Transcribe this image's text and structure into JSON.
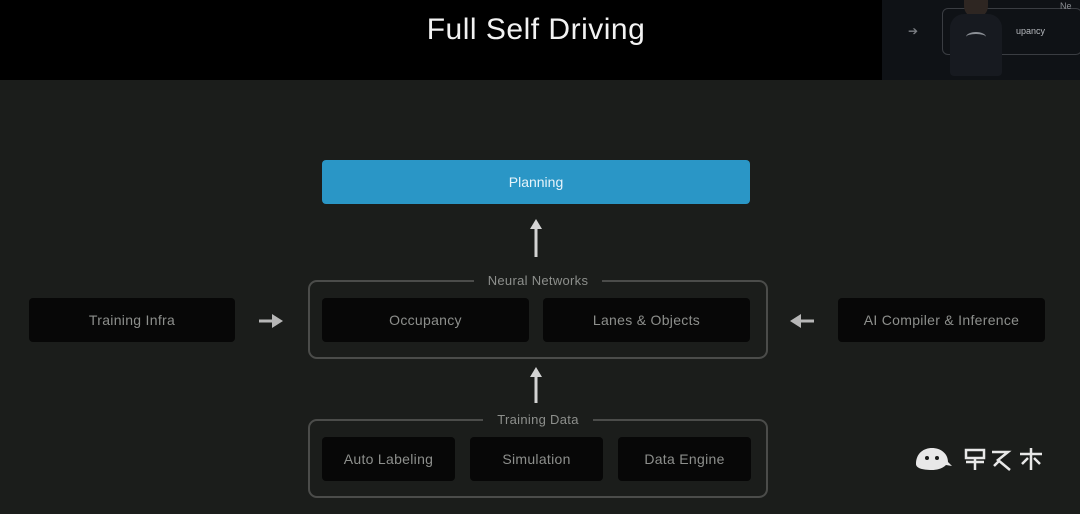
{
  "header": {
    "title": "Full Self Driving"
  },
  "pip": {
    "label1": "Ne",
    "label2": "upancy"
  },
  "diagram": {
    "planning": "Planning",
    "neural_networks": {
      "label": "Neural Networks",
      "items": [
        "Occupancy",
        "Lanes & Objects"
      ]
    },
    "training_data": {
      "label": "Training Data",
      "items": [
        "Auto Labeling",
        "Simulation",
        "Data Engine"
      ]
    },
    "left_input": "Training Infra",
    "right_input": "AI Compiler & Inference"
  }
}
